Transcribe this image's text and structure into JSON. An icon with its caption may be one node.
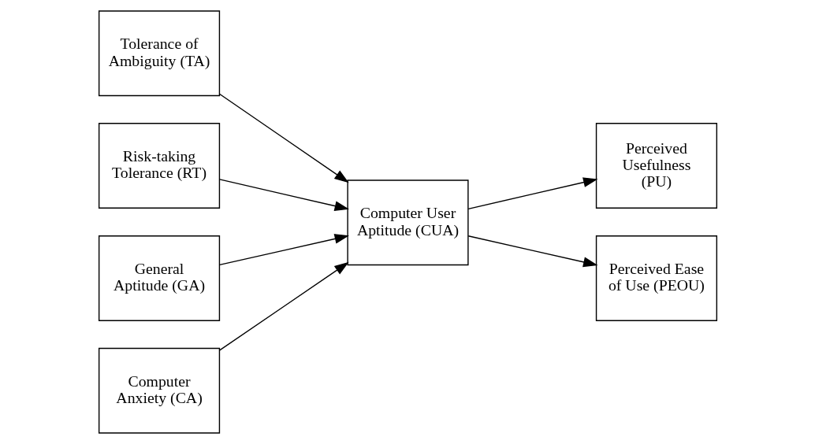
{
  "diagram": {
    "nodes": [
      {
        "text": [
          "Tolerance of Ambiguity (TA)"
        ]
      },
      {
        "text": [
          "Risk-taking Tolerance (RT)"
        ]
      },
      {
        "text": [
          "General Aptitude (GA)"
        ]
      },
      {
        "text": [
          "Computer Anxiety (CA)"
        ]
      },
      {
        "text": [
          "Computer User Aptitude (CUA)"
        ]
      },
      {
        "text": [
          "Perceived Usefulness (PU)"
        ]
      },
      {
        "text": [
          "Perceived Ease of Use (PEOU)"
        ]
      }
    ],
    "edges": [
      {
        "from": 0,
        "to": 4,
        "arrow": "to"
      },
      {
        "from": 1,
        "to": 4,
        "arrow": "to"
      },
      {
        "from": 2,
        "to": 4,
        "arrow": "to"
      },
      {
        "from": 3,
        "to": 4,
        "arrow": "to"
      },
      {
        "from": 4,
        "to": 5,
        "arrow": "to"
      },
      {
        "from": 4,
        "to": 6,
        "arrow": "to"
      }
    ]
  }
}
